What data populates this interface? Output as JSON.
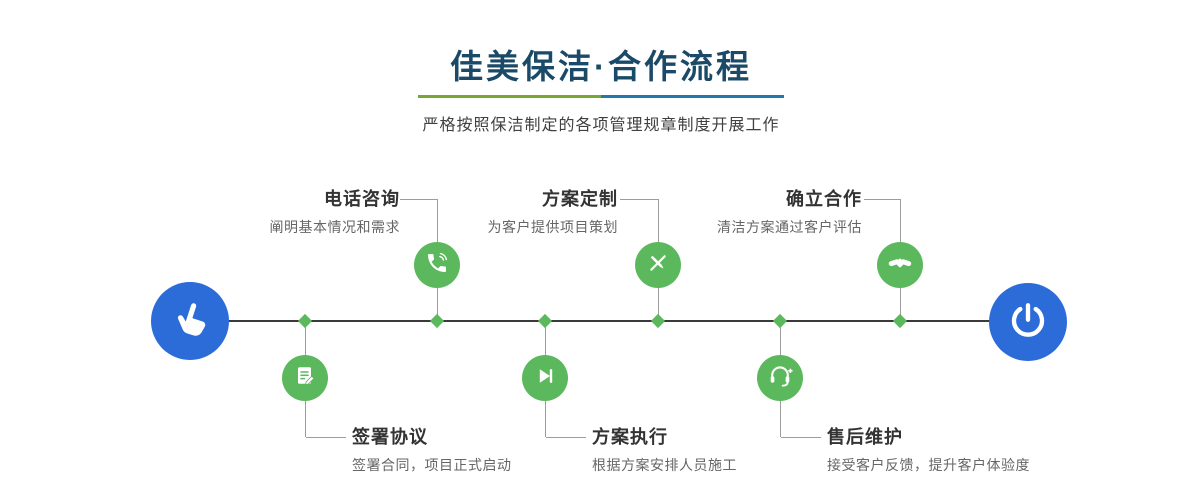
{
  "header": {
    "title": "佳美保洁·合作流程",
    "subtitle": "严格按照保洁制定的各项管理规章制度开展工作"
  },
  "colors": {
    "accent-green": "#5cb85c",
    "accent-blue": "#2b6cd9",
    "title-navy": "#1b4a68",
    "line-dark": "#3a3a3a",
    "connector-gray": "#9c9c9c",
    "divider-green": "#76a832",
    "divider-blue": "#2279a8",
    "step-title-color": "#333333",
    "step-desc-color": "#666666"
  },
  "timeline": {
    "start_icon": "pointer-hand-icon",
    "end_icon": "power-icon",
    "top_steps": [
      {
        "title": "电话咨询",
        "desc": "阐明基本情况和需求",
        "icon": "phone-icon"
      },
      {
        "title": "方案定制",
        "desc": "为客户提供项目策划",
        "icon": "design-pencil-icon"
      },
      {
        "title": "确立合作",
        "desc": "清洁方案通过客户评估",
        "icon": "handshake-icon"
      }
    ],
    "bottom_steps": [
      {
        "title": "签署协议",
        "desc": "签署合同，项目正式启动",
        "icon": "contract-icon"
      },
      {
        "title": "方案执行",
        "desc": "根据方案安排人员施工",
        "icon": "play-icon"
      },
      {
        "title": "售后维护",
        "desc": "接受客户反馈，提升客户体验度",
        "icon": "headset-icon"
      }
    ]
  }
}
